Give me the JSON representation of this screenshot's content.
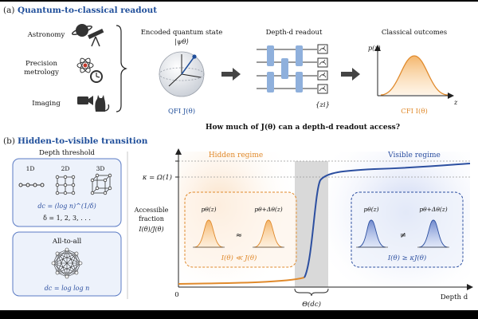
{
  "panel_a": {
    "heading_prefix": "(a)",
    "heading": "Quantum-to-classical readout",
    "applications": [
      "Astronomy",
      "Precision",
      "metrology",
      "Imaging"
    ],
    "encoded_title": "Encoded quantum state",
    "encoded_state": "|ψθ⟩",
    "qfi_label": "QFI J(θ)",
    "readout_title": "Depth-d readout",
    "readout_output": "{zi}",
    "outcomes_title": "Classical outcomes",
    "outcomes_ylabel": "p(z)",
    "outcomes_xlabel": "z",
    "cfi_label": "CFI I(θ)",
    "question": "How much of J(θ) can a depth-d readout access?"
  },
  "panel_b": {
    "heading_prefix": "(b)",
    "heading": "Hidden-to-visible transition",
    "depth_threshold": {
      "title": "Depth threshold",
      "lattice_labels": [
        "1D",
        "2D",
        "3D"
      ],
      "formula": "dc = (log n)^(1/δ)",
      "delta": "δ = 1, 2, 3, . . ."
    },
    "all_to_all": {
      "title": "All-to-all",
      "formula": "dc = log log n"
    },
    "plot": {
      "hidden_label": "Hidden regime",
      "visible_label": "Visible regime",
      "kappa_label": "κ = Ω(1)",
      "ylabel_lines": [
        "Accessible",
        "fraction",
        "I(θ)/J(θ)"
      ],
      "x_zero": "0",
      "x_label": "Depth d",
      "transition_label": "Θ(dc)",
      "hidden_box": {
        "left_dist": "pθ(z)",
        "right_dist": "pθ+Δθ(z)",
        "relation": "≈",
        "inequality": "I(θ) ≪ J(θ)"
      },
      "visible_box": {
        "left_dist": "pθ(z)",
        "right_dist": "pθ+Δθ(z)",
        "relation": "≠",
        "inequality": "I(θ) ≥ κJ(θ)"
      }
    }
  },
  "colors": {
    "accent_blue": "#1f4e9a",
    "hidden_orange": "#e08a2c",
    "visible_blue": "#2c4fa0"
  }
}
